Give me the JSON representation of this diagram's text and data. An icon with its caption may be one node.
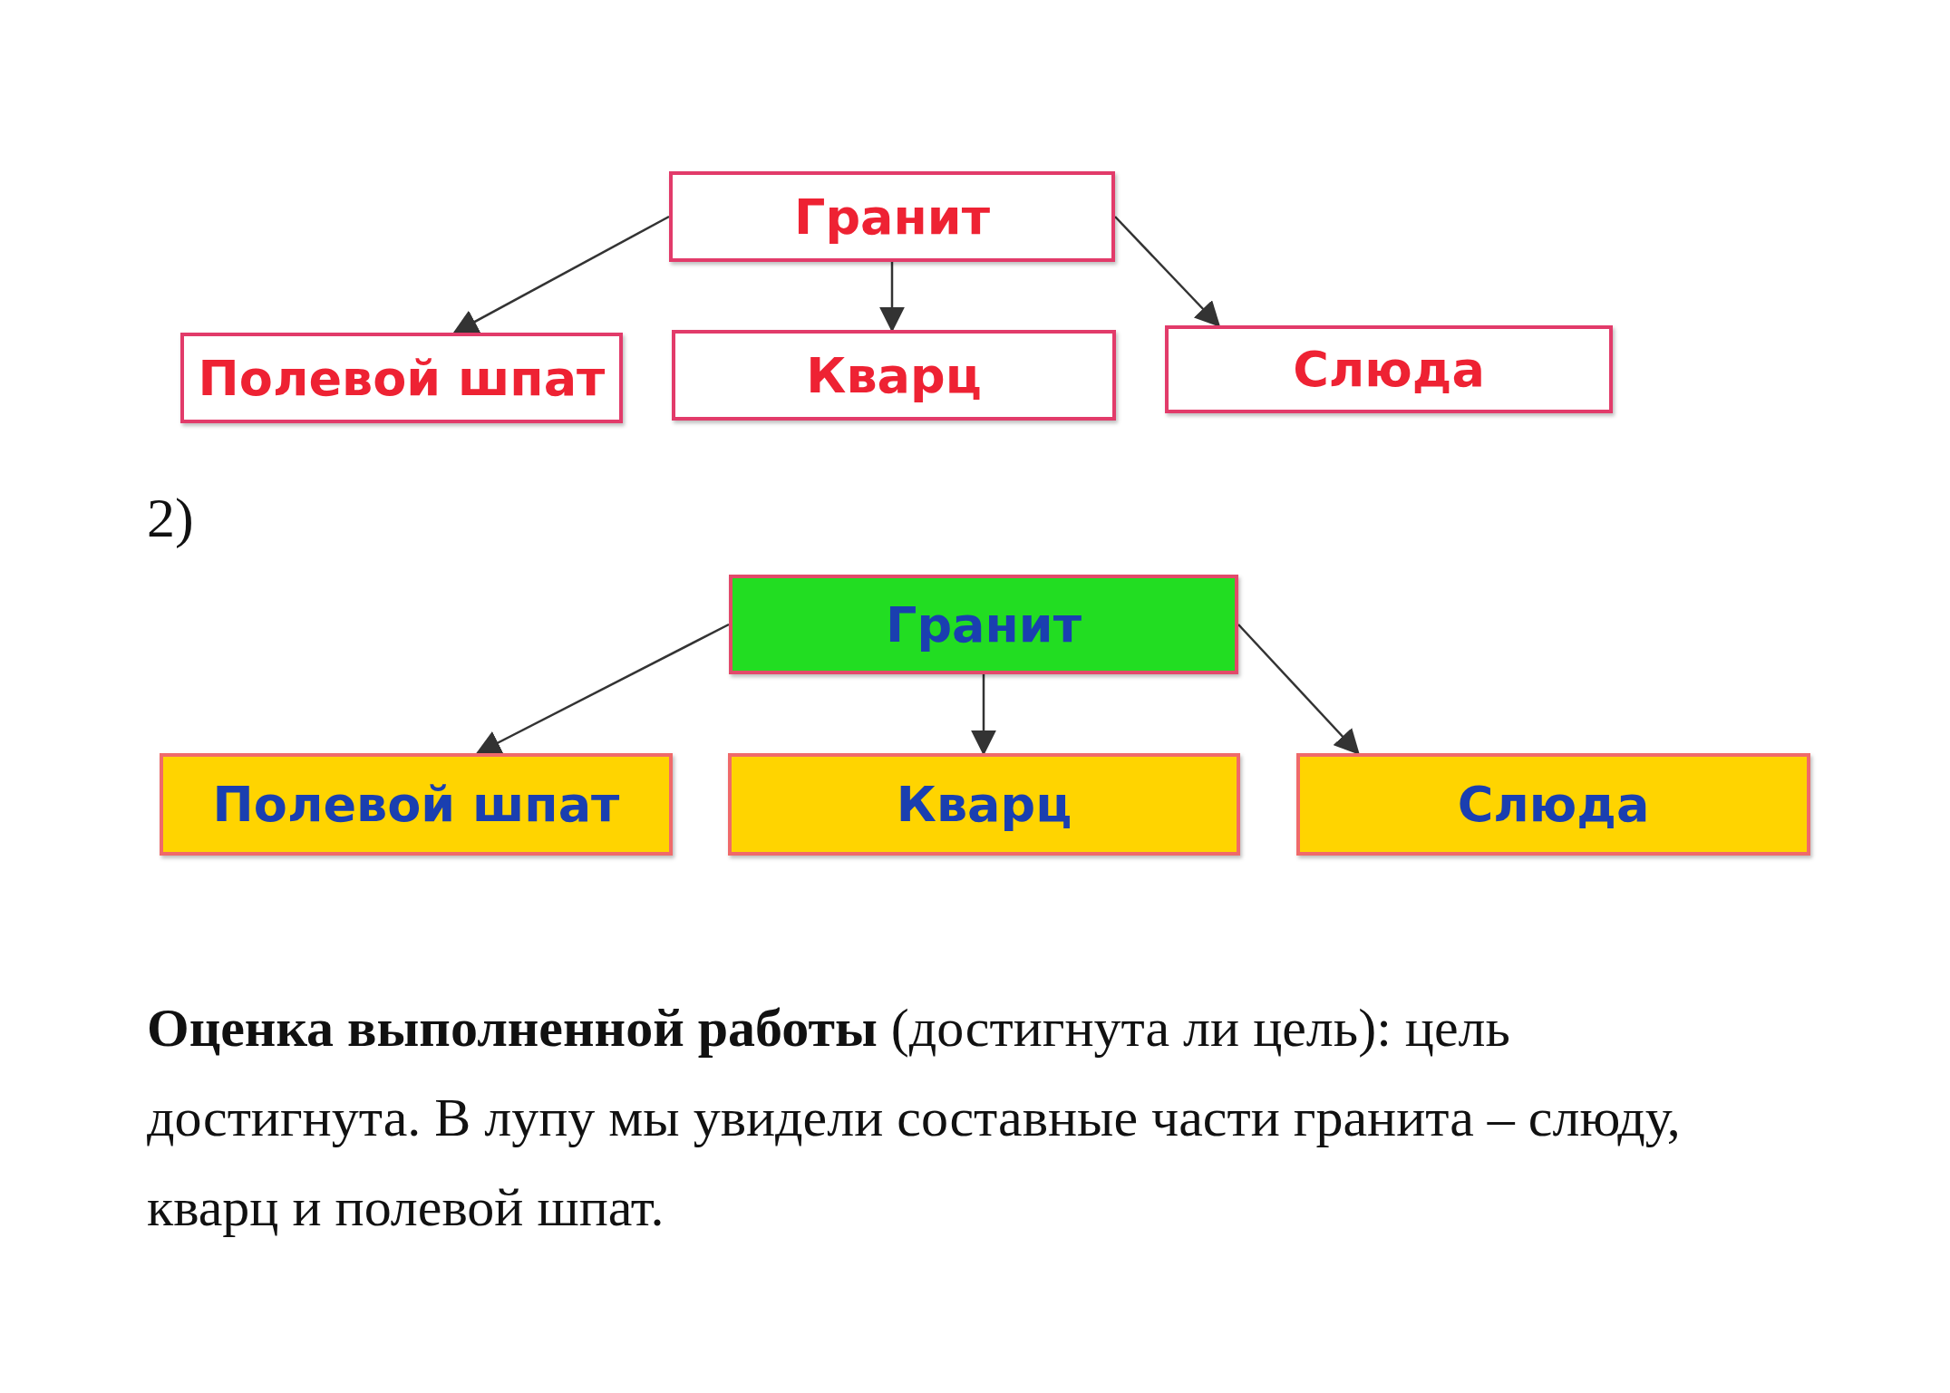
{
  "diagram": {
    "nodes": [
      {
        "text": [
          "Гранит"
        ]
      },
      {
        "text": [
          "Полевой шпат"
        ]
      },
      {
        "text": [
          "Кварц"
        ]
      },
      {
        "text": [
          "Слюда"
        ]
      },
      {
        "text": [
          "Гранит"
        ]
      },
      {
        "text": [
          "Полевой шпат"
        ]
      },
      {
        "text": [
          "Кварц"
        ]
      },
      {
        "text": [
          "Слюда"
        ]
      }
    ],
    "edges": [
      {
        "from": 0,
        "to": 1,
        "arrow": "to"
      },
      {
        "from": 0,
        "to": 2,
        "arrow": "to"
      },
      {
        "from": 0,
        "to": 3,
        "arrow": "to"
      },
      {
        "from": 4,
        "to": 5,
        "arrow": "to"
      },
      {
        "from": 4,
        "to": 6,
        "arrow": "to"
      },
      {
        "from": 4,
        "to": 7,
        "arrow": "to"
      }
    ],
    "labels": [
      "2)",
      "**Оценка выполненной работы** (достигнута ли цель): цель достигнута. В лупу мы увидели составные части гранита – слюду, кварц и полевой шпат."
    ]
  }
}
